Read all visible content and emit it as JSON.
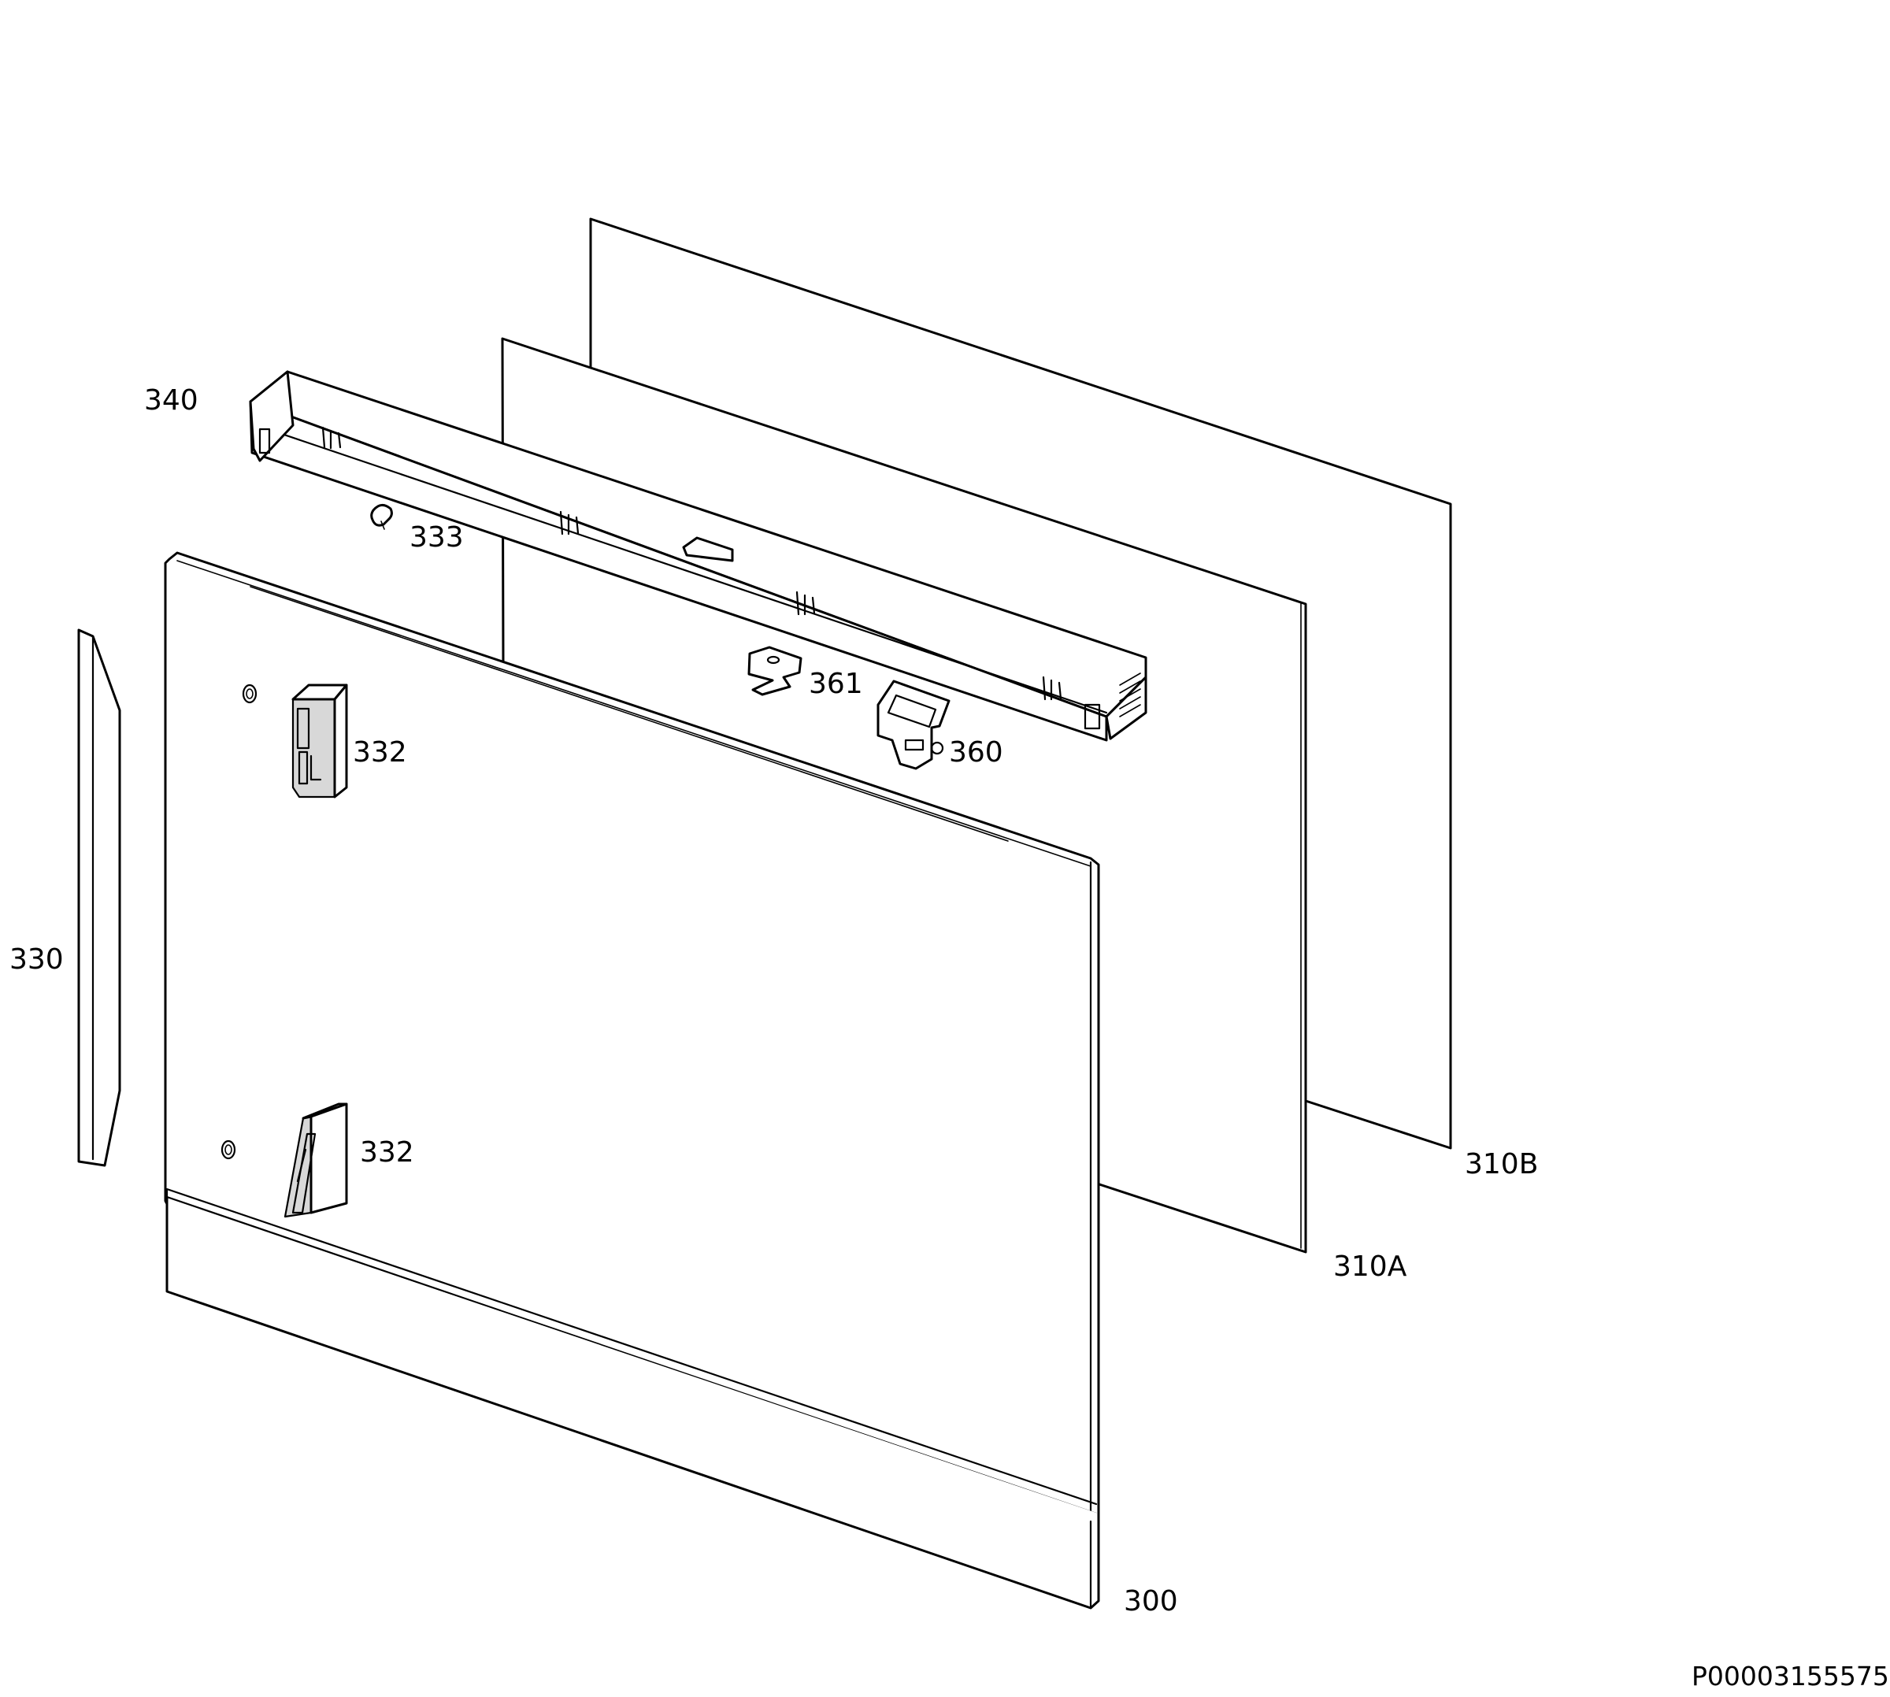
{
  "parts": [
    {
      "id": "p340",
      "label": "340"
    },
    {
      "id": "p333",
      "label": "333"
    },
    {
      "id": "p361",
      "label": "361"
    },
    {
      "id": "p360",
      "label": "360"
    },
    {
      "id": "p332a",
      "label": "332"
    },
    {
      "id": "p332b",
      "label": "332"
    },
    {
      "id": "p330",
      "label": "330"
    },
    {
      "id": "p310B",
      "label": "310B"
    },
    {
      "id": "p310A",
      "label": "310A"
    },
    {
      "id": "p300",
      "label": "300"
    }
  ],
  "document_id": "P00003155575"
}
